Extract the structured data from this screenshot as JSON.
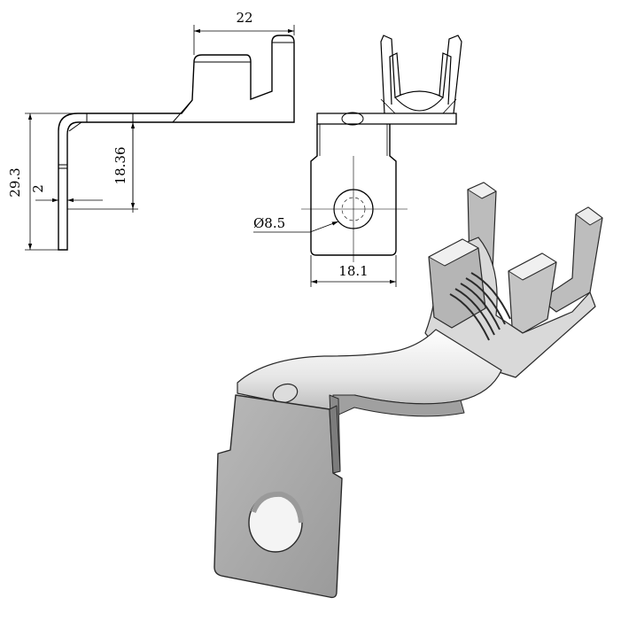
{
  "dimensions": {
    "top_width": "22",
    "overall_height": "29.3",
    "inner_height": "18.36",
    "thickness": "2",
    "hole_diameter": "Ø8.5",
    "plate_width": "18.1"
  },
  "colors": {
    "line": "#000000",
    "metal_face": "#a9a9a9",
    "metal_light": "#f2f2f2",
    "metal_dark": "#6f6f6f"
  }
}
